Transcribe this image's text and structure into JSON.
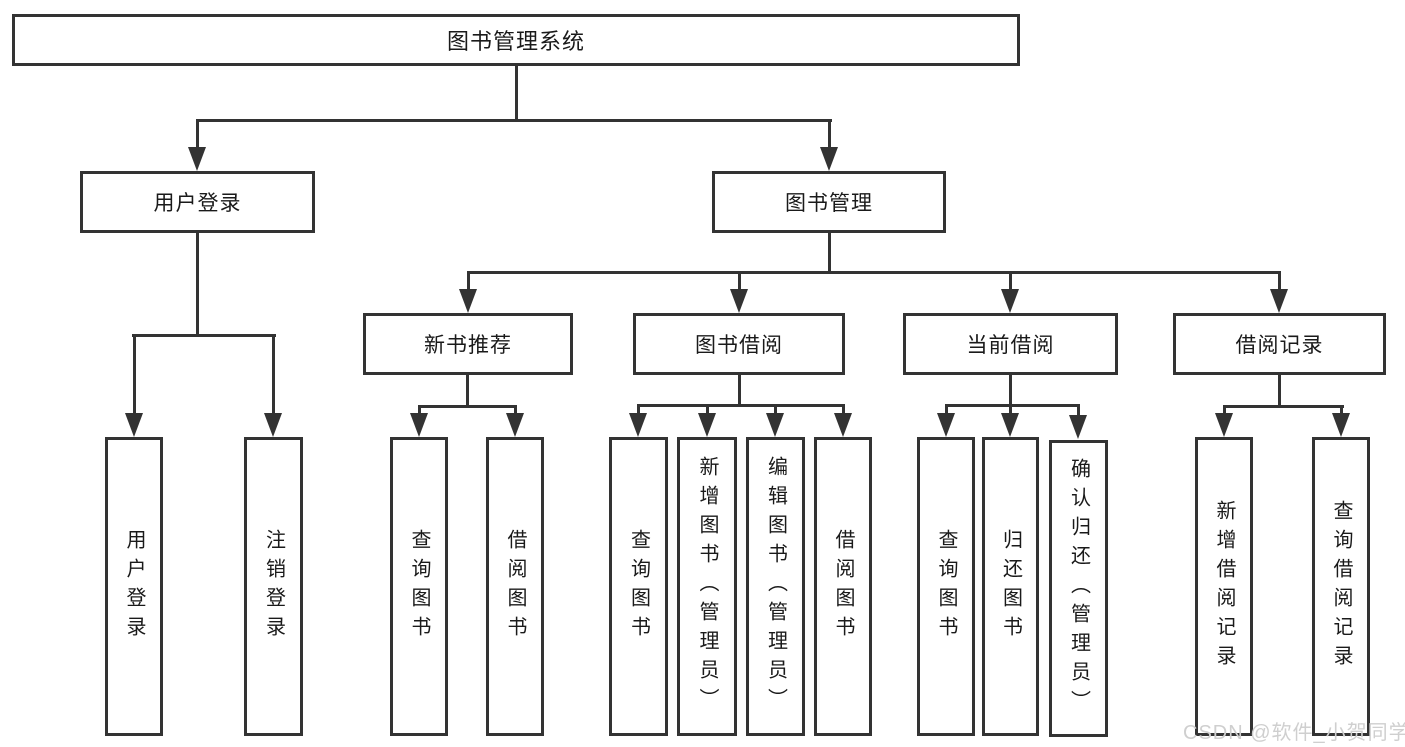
{
  "tree": {
    "root": {
      "label": "图书管理系统",
      "children": [
        {
          "label": "用户登录",
          "children": [
            {
              "label": "用户登录"
            },
            {
              "label": "注销登录"
            }
          ]
        },
        {
          "label": "图书管理",
          "children": [
            {
              "label": "新书推荐",
              "children": [
                {
                  "label": "查询图书"
                },
                {
                  "label": "借阅图书"
                }
              ]
            },
            {
              "label": "图书借阅",
              "children": [
                {
                  "label": "查询图书"
                },
                {
                  "label": "新增图书（管理员）"
                },
                {
                  "label": "编辑图书（管理员）"
                },
                {
                  "label": "借阅图书"
                }
              ]
            },
            {
              "label": "当前借阅",
              "children": [
                {
                  "label": "查询图书"
                },
                {
                  "label": "归还图书"
                },
                {
                  "label": "确认归还（管理员）"
                }
              ]
            },
            {
              "label": "借阅记录",
              "children": [
                {
                  "label": "新增借阅记录"
                },
                {
                  "label": "查询借阅记录"
                }
              ]
            }
          ]
        }
      ]
    }
  },
  "watermark": {
    "text": "CSDN @软件_小贺同学"
  },
  "colors": {
    "line": "#333333",
    "box_background": "#ffffff",
    "text": "#1a1a1a",
    "watermark": "#cfcfcf"
  }
}
